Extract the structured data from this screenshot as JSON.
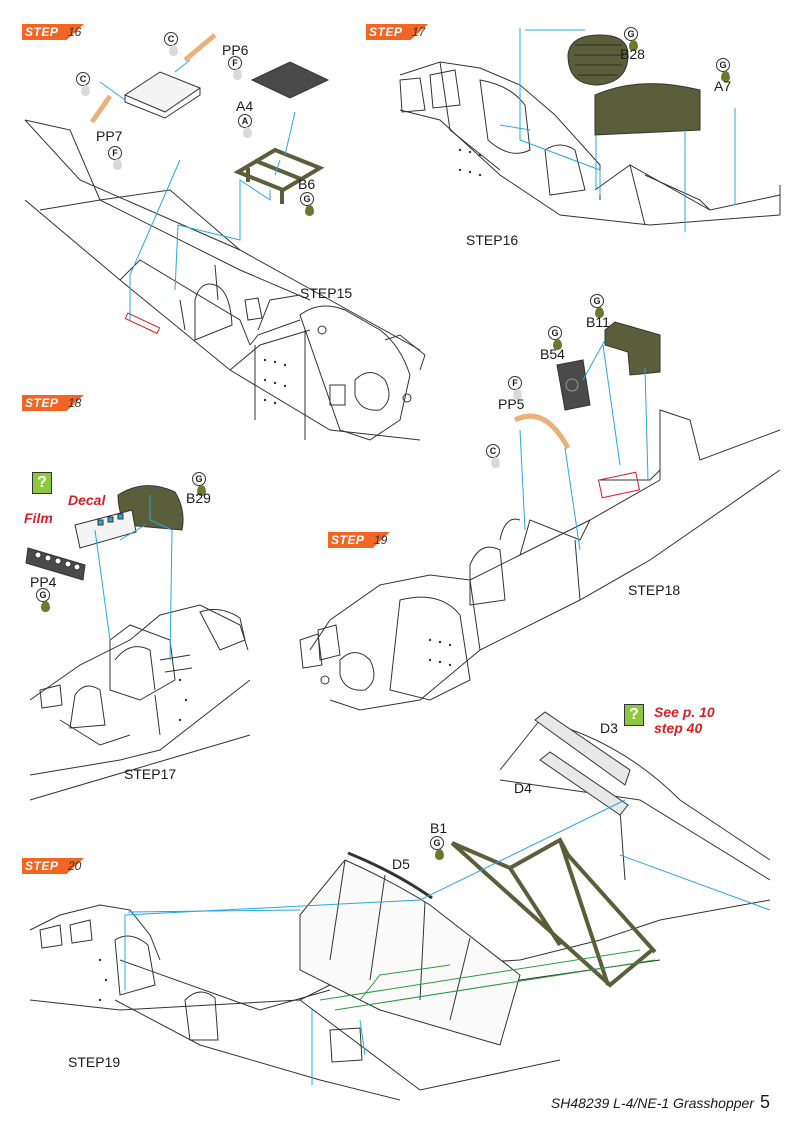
{
  "steps": [
    {
      "word": "STEP",
      "num": "16"
    },
    {
      "word": "STEP",
      "num": "17"
    },
    {
      "word": "STEP",
      "num": "18"
    },
    {
      "word": "STEP",
      "num": "19"
    },
    {
      "word": "STEP",
      "num": "20"
    }
  ],
  "refs": {
    "step15": "STEP15",
    "step16": "STEP16",
    "step17": "STEP17",
    "step18": "STEP18",
    "step19": "STEP19"
  },
  "parts": {
    "pp6": "PP6",
    "pp7": "PP7",
    "a4": "A4",
    "b6": "B6",
    "b28": "B28",
    "a7": "A7",
    "b11": "B11",
    "b54": "B54",
    "pp5": "PP5",
    "b29": "B29",
    "pp4": "PP4",
    "d3": "D3",
    "d4": "D4",
    "b1": "B1",
    "d5": "D5"
  },
  "codes": {
    "c": "C",
    "f": "F",
    "a": "A",
    "g": "G"
  },
  "notes": {
    "decal": "Decal",
    "film": "Film",
    "see1": "See p. 10",
    "see2": "step 40"
  },
  "icons": {
    "help": "?"
  },
  "footer": {
    "title": "SH48239 L-4/NE-1 Grasshopper",
    "page": "5"
  },
  "colors": {
    "accent": "#f26522",
    "leader": "#29a8df",
    "olive": "#5b5e3a",
    "red": "#d71f26",
    "note_icon": "#8dc63f"
  }
}
